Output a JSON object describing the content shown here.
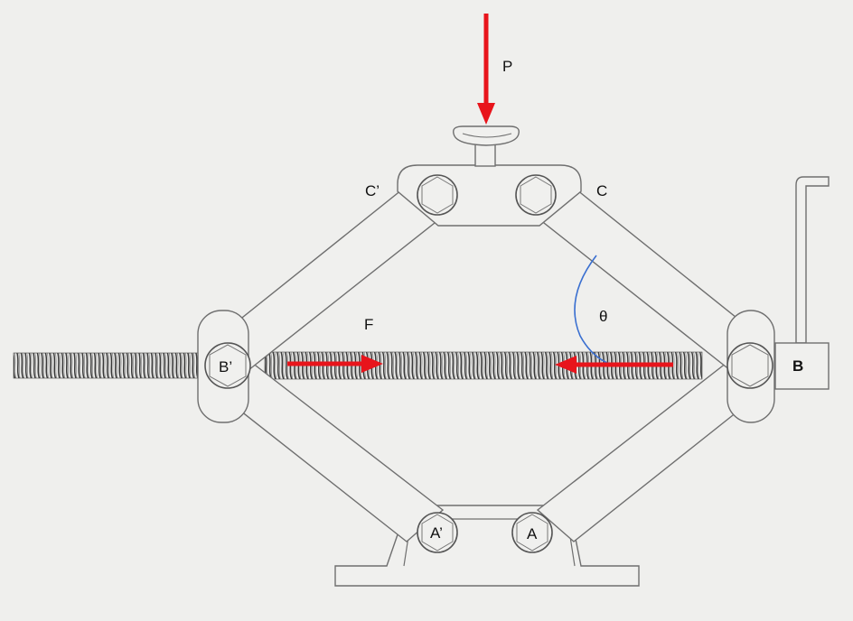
{
  "labels": {
    "P": "P",
    "C_prime": "C’",
    "C": "C",
    "F": "F",
    "theta": "θ",
    "B_prime": "B’",
    "B": "B",
    "A_prime": "A’",
    "A": "A"
  },
  "colors": {
    "force_arrow": "#e8141b",
    "angle_arc": "#3a6fd0",
    "outline": "#6f6f6f",
    "background": "#efefed"
  }
}
